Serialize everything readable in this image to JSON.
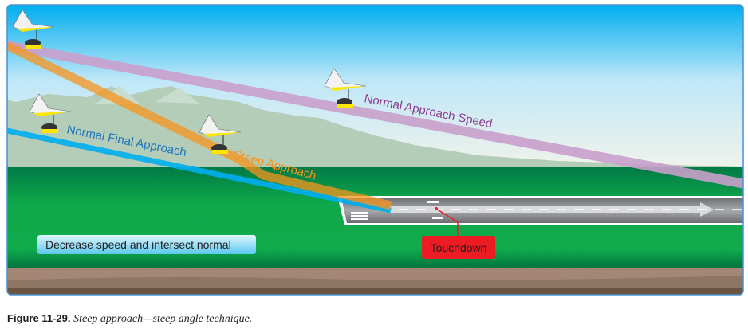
{
  "labels": {
    "normal_approach_speed": "Normal Approach Speed",
    "normal_final_approach": "Normal Final Approach",
    "steep_approach": "Steep Approach",
    "decrease_speed": "Decrease speed and intersect normal",
    "touchdown": "Touchdown"
  },
  "colors": {
    "normal_approach_speed": "#c9a0cc",
    "normal_final_approach": "#00aeef",
    "steep_approach": "#f7941d",
    "touchdown": "#ed1c24"
  },
  "caption": {
    "figure_number": "Figure 11-29.",
    "text": "Steep approach—steep angle technique."
  }
}
